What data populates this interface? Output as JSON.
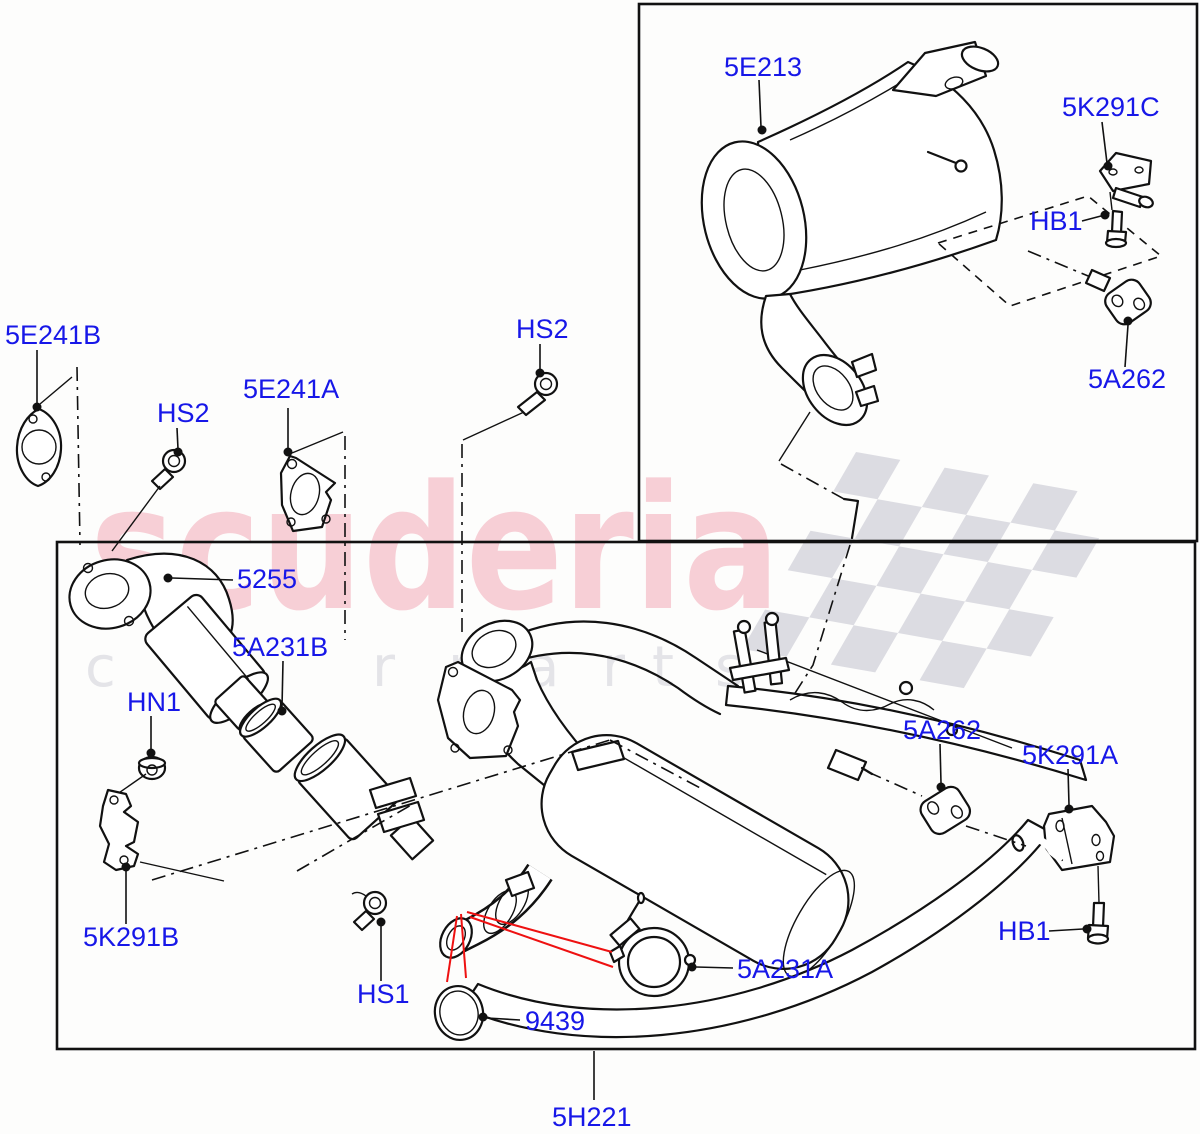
{
  "colors": {
    "paper": "#fdfdfc",
    "line": "#111111",
    "label": "#1717e8",
    "red": "#ee1111",
    "pink": "#f7cfd6",
    "graytext": "#e4e4e8",
    "flag": "#dcdce2"
  },
  "watermark": {
    "brand": "scuderia",
    "letters": [
      "c",
      "a",
      "r",
      "p",
      "a",
      "r",
      "t",
      "s"
    ]
  },
  "labels": {
    "e213": {
      "text": "5E213"
    },
    "k291c": {
      "text": "5K291C"
    },
    "hb1_upper": {
      "text": "HB1"
    },
    "a262_upper": {
      "text": "5A262"
    },
    "e241b": {
      "text": "5E241B"
    },
    "hs2_left": {
      "text": "HS2"
    },
    "e241a": {
      "text": "5E241A"
    },
    "hs2_right": {
      "text": "HS2"
    },
    "p5255": {
      "text": "5255"
    },
    "a231b": {
      "text": "5A231B"
    },
    "hn1": {
      "text": "HN1"
    },
    "k291b": {
      "text": "5K291B"
    },
    "hs1": {
      "text": "HS1"
    },
    "p9439": {
      "text": "9439"
    },
    "a231a": {
      "text": "5A231A"
    },
    "h221": {
      "text": "5H221"
    },
    "a262_lower": {
      "text": "5A262"
    },
    "k291a": {
      "text": "5K291A"
    },
    "hb1_lower": {
      "text": "HB1"
    }
  }
}
